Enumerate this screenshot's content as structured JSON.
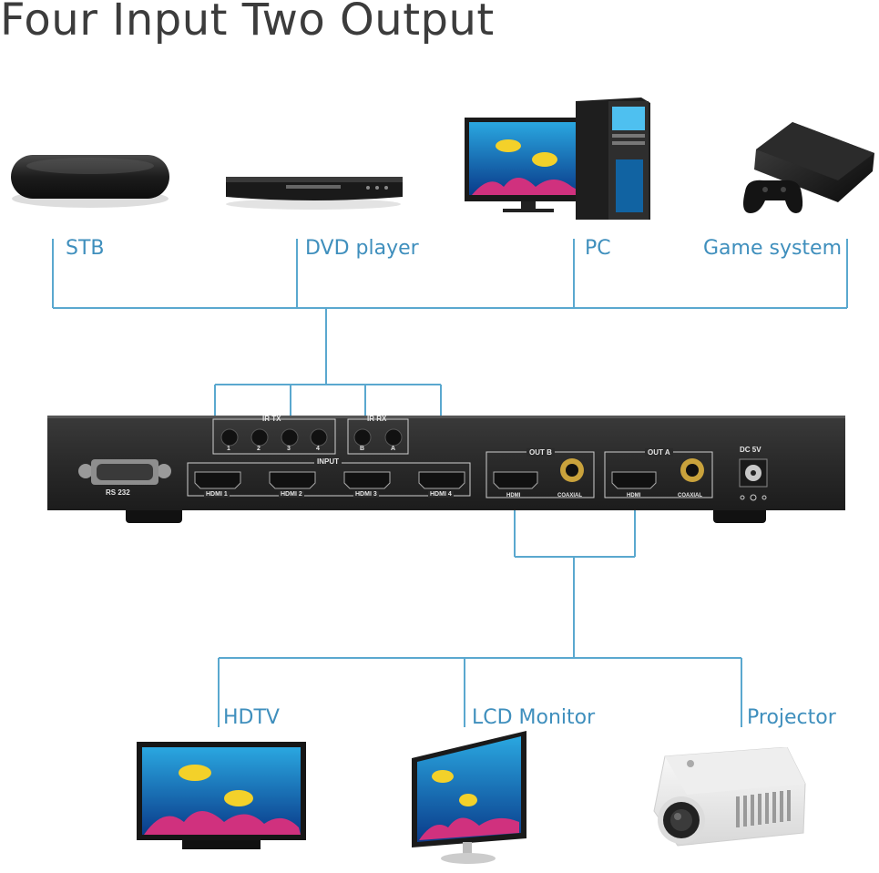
{
  "title": "Four Input Two Output",
  "sources": [
    {
      "label": "STB",
      "icon": "set-top-box-icon"
    },
    {
      "label": "DVD player",
      "icon": "dvd-player-icon"
    },
    {
      "label": "PC",
      "icon": "desktop-pc-icon"
    },
    {
      "label": "Game system",
      "icon": "game-console-icon"
    }
  ],
  "displays": [
    {
      "label": "HDTV",
      "icon": "hdtv-icon"
    },
    {
      "label": "LCD Monitor",
      "icon": "lcd-monitor-icon"
    },
    {
      "label": "Projector",
      "icon": "projector-icon"
    }
  ],
  "panel": {
    "rs232": "RS 232",
    "ir_tx": "IR TX",
    "ir_tx_ports": [
      "1",
      "2",
      "3",
      "4"
    ],
    "ir_rx": "IR RX",
    "ir_rx_ports": [
      "B",
      "A"
    ],
    "input": "INPUT",
    "hdmi_inputs": [
      "HDMI 1",
      "HDMI 2",
      "HDMI 3",
      "HDMI 4"
    ],
    "out_b": "OUT B",
    "out_a": "OUT A",
    "hdmi": "HDMI",
    "coaxial": "COAXIAL",
    "dc": "DC 5V"
  },
  "colors": {
    "line": "#5aa8cf",
    "label": "#3f8fbd",
    "panel": "#2b2b2b"
  }
}
